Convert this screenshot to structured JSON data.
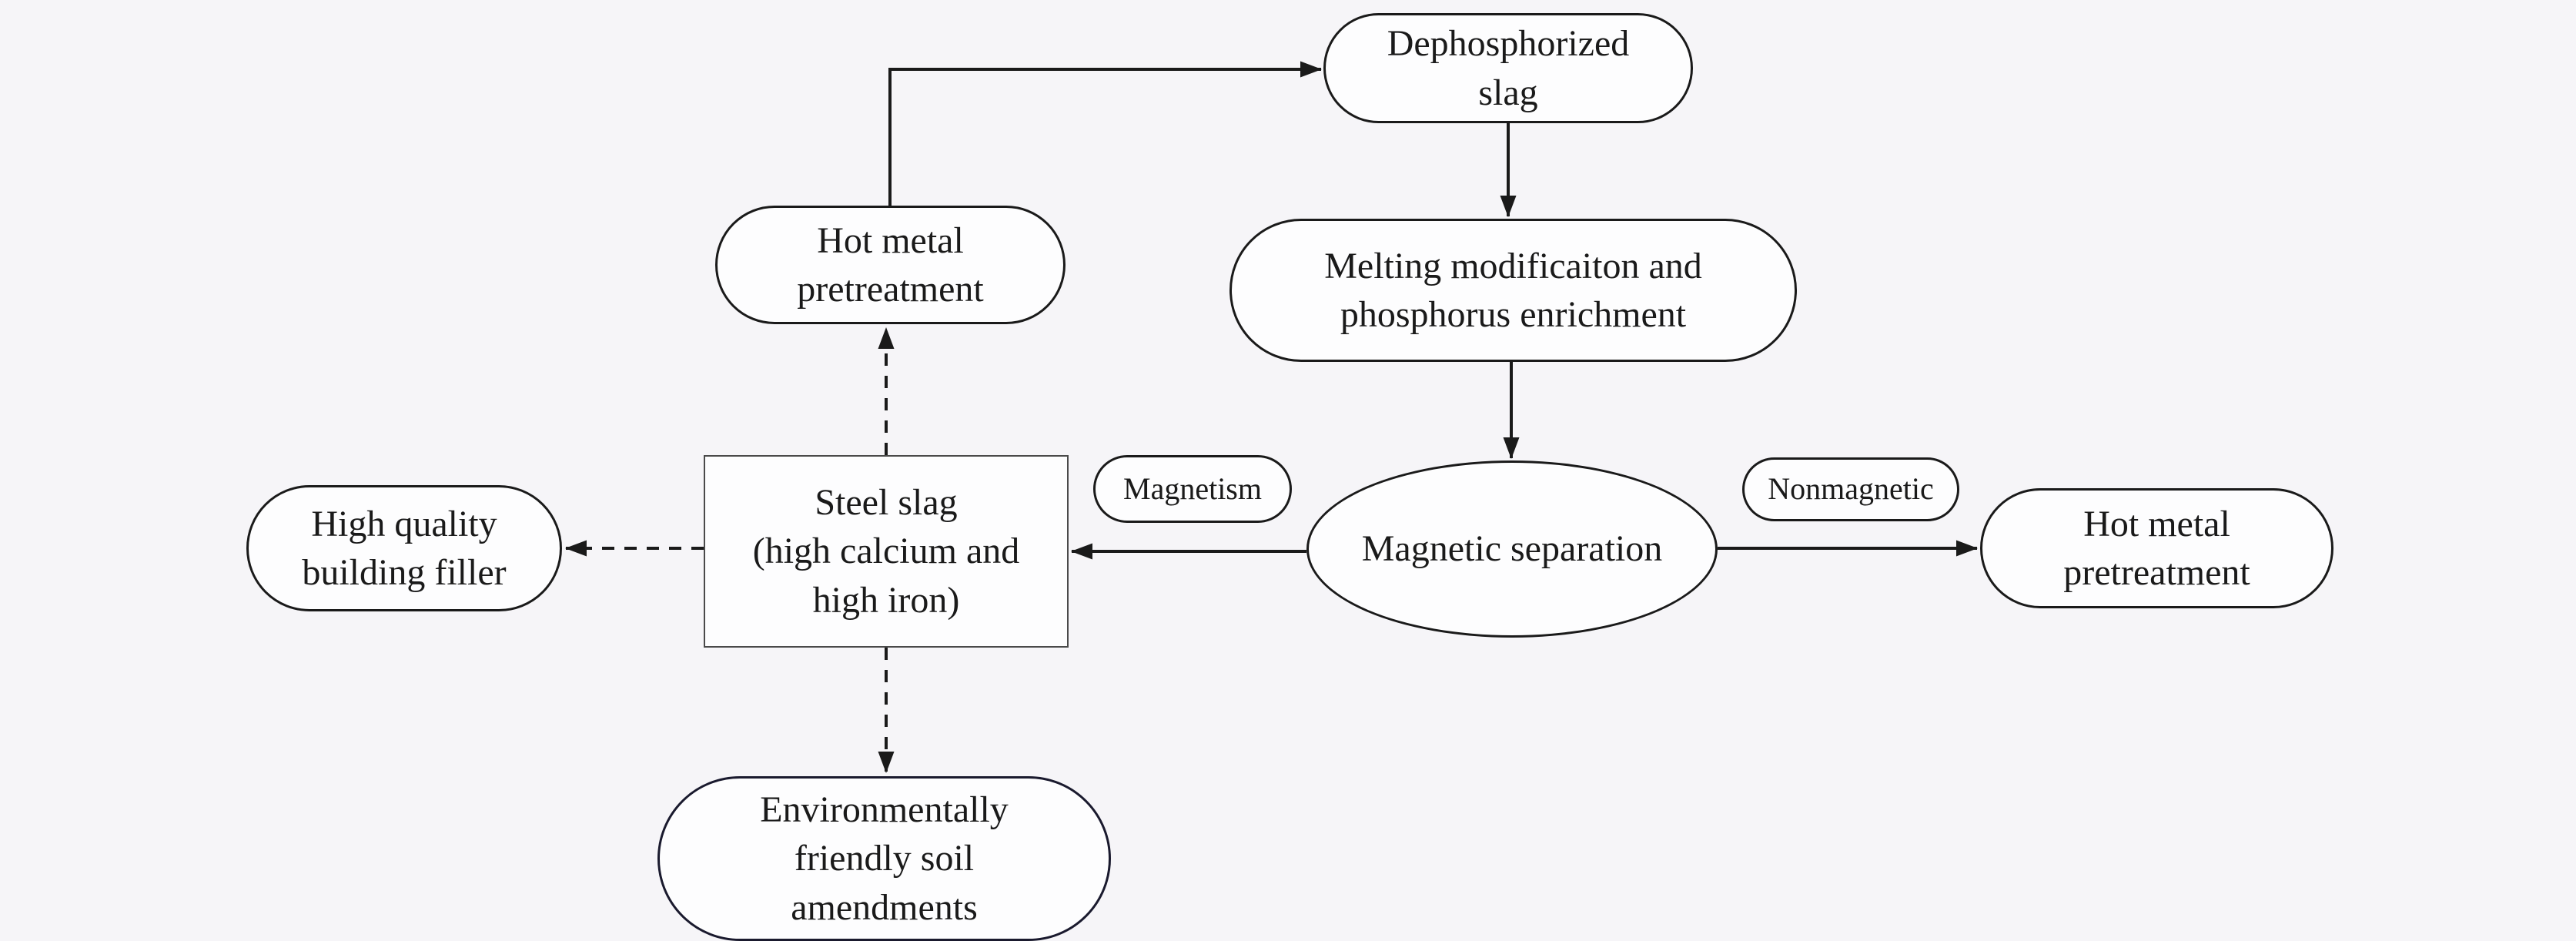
{
  "diagram": {
    "type": "flowchart",
    "colors": {
      "background": "#f6f5f8",
      "node_fill": "#fdfdfe",
      "stroke": "#1a1a1a"
    },
    "nodes": {
      "dephosphorized_slag": "Dephosphorized\nslag",
      "hot_metal_pretreatment_top": "Hot metal\npretreatment",
      "melting_modification": "Melting modificaiton and\nphosphorus enrichment",
      "magnetic_separation": "Magnetic separation",
      "magnetism_label": "Magnetism",
      "nonmagnetic_label": "Nonmagnetic",
      "hot_metal_pretreatment_right": "Hot metal\npretreatment",
      "steel_slag": "Steel slag\n(high calcium and\nhigh iron)",
      "high_quality_building_filler": "High quality\nbuilding filler",
      "soil_amendments": "Environmentally\nfriendly soil\namendments"
    },
    "edges": [
      {
        "from": "hot_metal_pretreatment_top",
        "to": "dephosphorized_slag",
        "style": "solid"
      },
      {
        "from": "dephosphorized_slag",
        "to": "melting_modification",
        "style": "solid"
      },
      {
        "from": "melting_modification",
        "to": "magnetic_separation",
        "style": "solid"
      },
      {
        "from": "magnetic_separation",
        "to": "steel_slag",
        "style": "solid",
        "label": "Magnetism"
      },
      {
        "from": "magnetic_separation",
        "to": "hot_metal_pretreatment_right",
        "style": "solid",
        "label": "Nonmagnetic"
      },
      {
        "from": "steel_slag",
        "to": "hot_metal_pretreatment_top",
        "style": "dashed"
      },
      {
        "from": "steel_slag",
        "to": "high_quality_building_filler",
        "style": "dashed"
      },
      {
        "from": "steel_slag",
        "to": "soil_amendments",
        "style": "dashed"
      }
    ]
  }
}
